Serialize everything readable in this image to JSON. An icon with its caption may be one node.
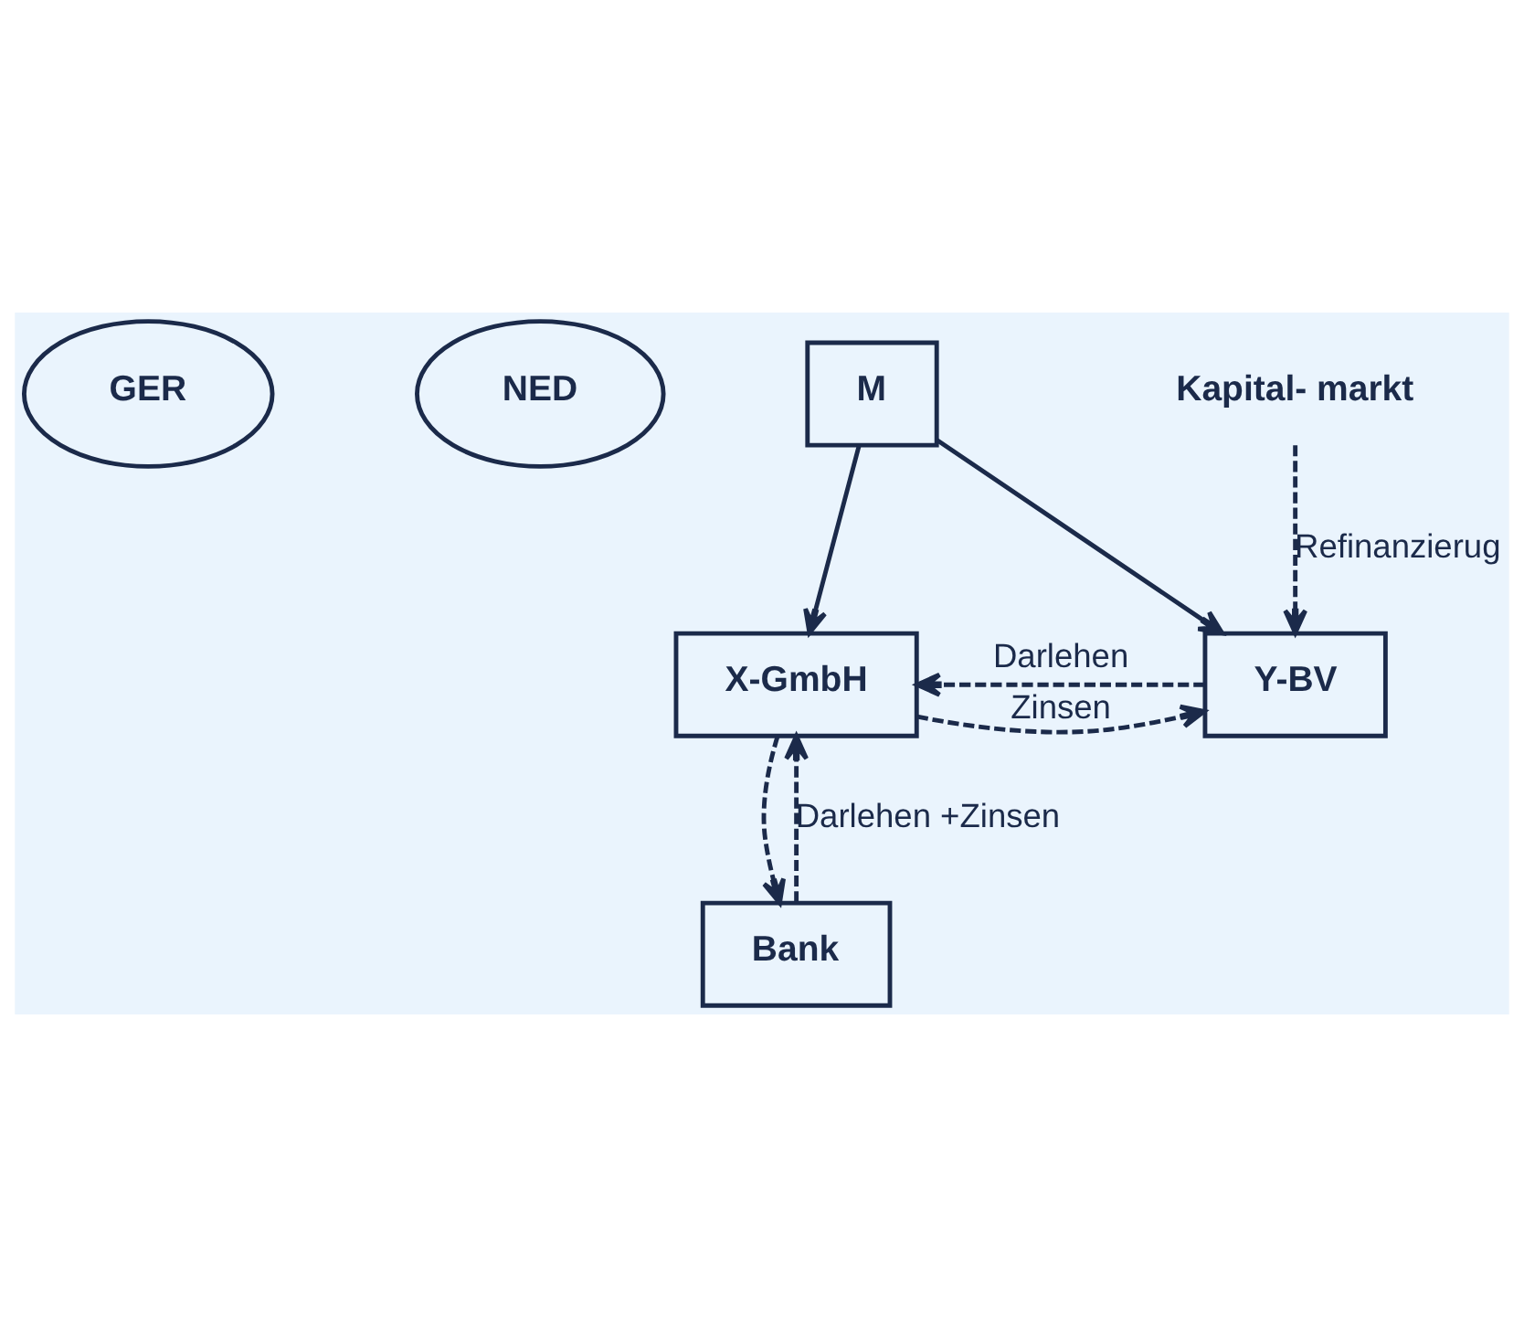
{
  "diagram": {
    "nodes": [
      {
        "text": [
          "GER"
        ]
      },
      {
        "text": [
          "NED"
        ]
      },
      {
        "text": [
          "M"
        ]
      },
      {
        "text": [
          "X-GmbH"
        ]
      },
      {
        "text": [
          "Y-BV"
        ]
      },
      {
        "text": [
          "Bank"
        ]
      },
      {
        "text": [
          "Kapital- markt"
        ]
      }
    ],
    "edges": [
      {
        "from": 2,
        "to": 3,
        "arrow": "to"
      },
      {
        "from": 2,
        "to": 4,
        "arrow": "to"
      },
      {
        "from": 4,
        "to": 3,
        "arrow": "to",
        "style": "dashed",
        "label": "Darlehen"
      },
      {
        "from": 3,
        "to": 4,
        "arrow": "to",
        "style": "dashed",
        "label": "Zinsen"
      },
      {
        "from": 3,
        "to": 5,
        "arrow": "to",
        "style": "dashed"
      },
      {
        "from": 5,
        "to": 3,
        "arrow": "to",
        "style": "dashed",
        "label": "Darlehen +Zinsen"
      },
      {
        "from": 6,
        "to": 4,
        "arrow": "to",
        "style": "dashed",
        "label": "Refinanzierug"
      }
    ]
  }
}
